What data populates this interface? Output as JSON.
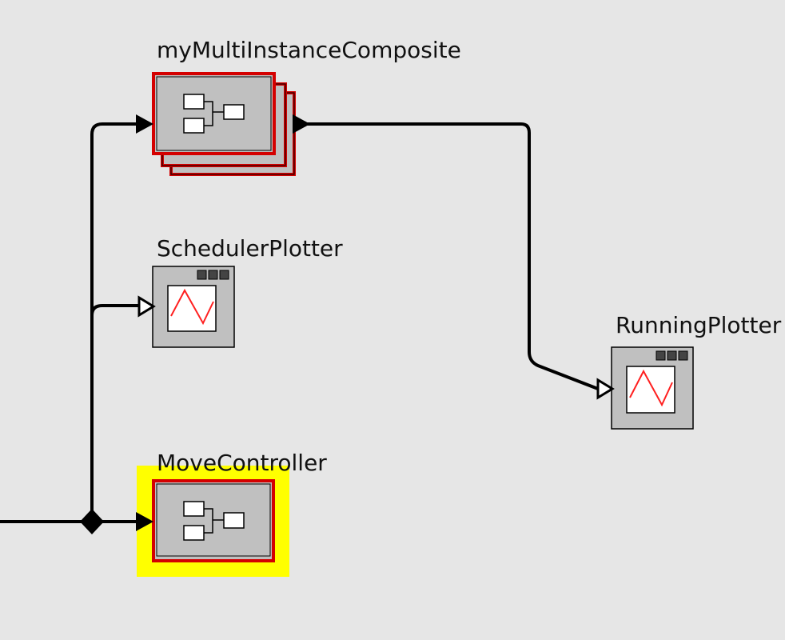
{
  "diagram": {
    "actors": {
      "composite": {
        "label": "myMultiInstanceComposite",
        "icon": "composite-actor-icon",
        "instances": "multiple"
      },
      "scheduler_plotter": {
        "label": "SchedulerPlotter",
        "icon": "plotter-icon"
      },
      "running_plotter": {
        "label": "RunningPlotter",
        "icon": "plotter-icon"
      },
      "move_controller": {
        "label": "MoveController",
        "icon": "composite-actor-icon",
        "highlighted": true
      }
    },
    "colors": {
      "canvas_background": "#e6e6e6",
      "actor_fill": "#c0c0c0",
      "composite_border": "#d40000",
      "highlight": "#ffff00",
      "plot_line": "#ff2020",
      "wire": "#000000"
    }
  }
}
